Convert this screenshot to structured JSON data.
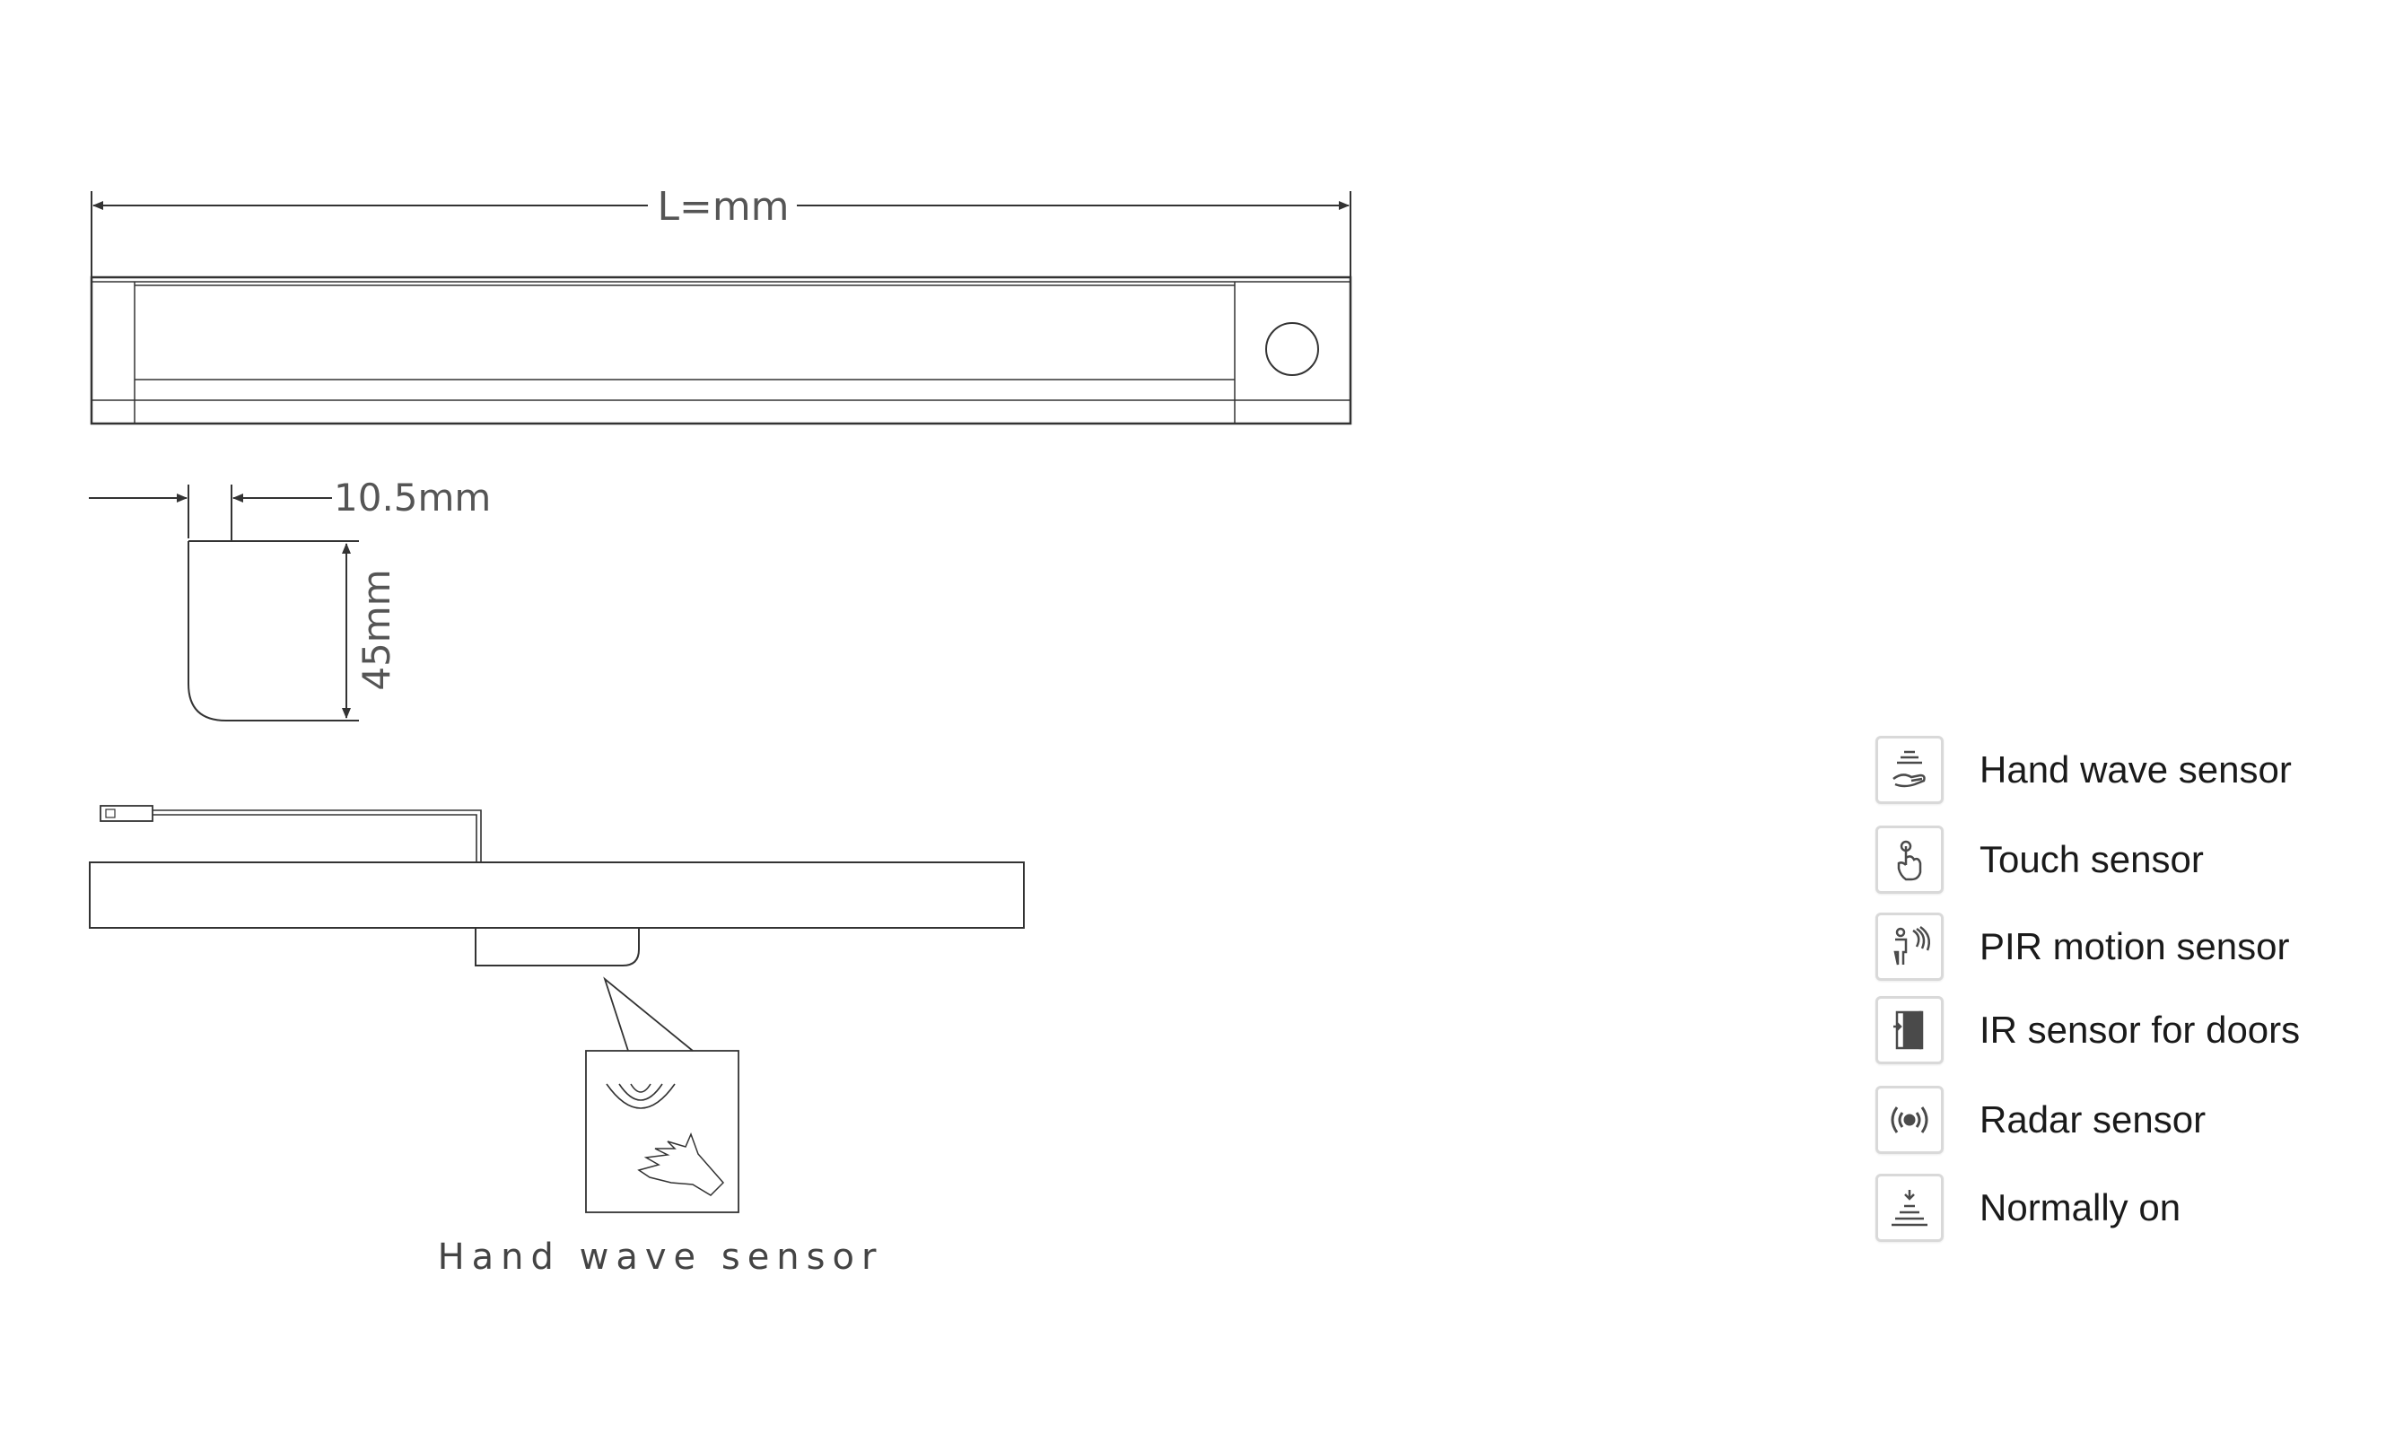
{
  "drawing": {
    "length_label": "L=mm",
    "width_label": "10.5mm",
    "height_label": "45mm",
    "sensor_caption": "Hand wave sensor"
  },
  "legend": {
    "items": [
      {
        "label": "Hand wave sensor",
        "icon": "hand-wave-icon"
      },
      {
        "label": "Touch sensor",
        "icon": "touch-icon"
      },
      {
        "label": "PIR motion sensor",
        "icon": "pir-motion-icon"
      },
      {
        "label": "IR sensor for doors",
        "icon": "door-ir-icon"
      },
      {
        "label": "Radar sensor",
        "icon": "radar-icon"
      },
      {
        "label": "Normally on",
        "icon": "normally-on-icon"
      }
    ]
  },
  "colors": {
    "line": "#333333",
    "icon": "#4a4a4a",
    "icon_border": "#d9d9d9"
  }
}
